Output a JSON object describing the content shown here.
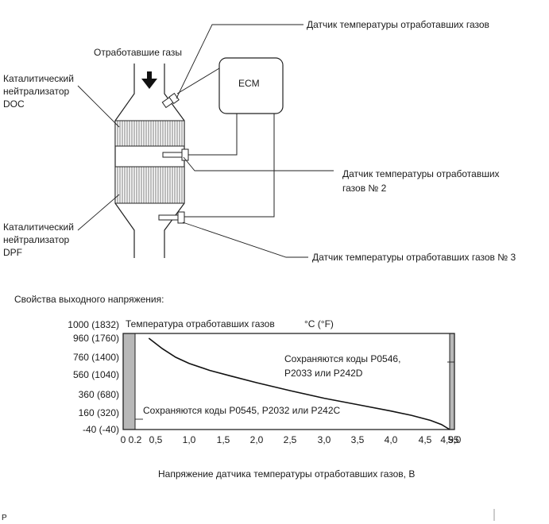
{
  "diagram": {
    "exhaust_label": "Отработавшие газы",
    "ecm_label": "ECM",
    "doc_label": [
      "Каталитический",
      "нейтрализатор",
      "DOC"
    ],
    "dpf_label": [
      "Каталитический",
      "нейтрализатор",
      "DPF"
    ],
    "sensor1_label": "Датчик температуры отработавших газов",
    "sensor2_label": [
      "Датчик температуры отработавших",
      "газов № 2"
    ],
    "sensor3_label": "Датчик температуры отработавших газов № 3"
  },
  "graph": {
    "section_title": "Свойства выходного напряжения:",
    "ylabel": "Температура отработавших газов",
    "yunit": "°C (°F)",
    "xlabel": "Напряжение датчика температуры отработавших газов, В",
    "note_low": "Сохраняются коды P0545, P2032 или P242C",
    "note_high": [
      "Сохраняются коды P0546,",
      "P2033 или P242D"
    ]
  },
  "footer_mark": "P",
  "chart_data": {
    "type": "line",
    "title": "",
    "xlabel": "Напряжение датчика температуры отработавших газов, В",
    "ylabel": "Температура отработавших газов °C (°F)",
    "x_ticks": [
      "0",
      "0.2",
      "0,5",
      "1,0",
      "1,5",
      "2,0",
      "2,5",
      "3,0",
      "3,5",
      "4,0",
      "4,5",
      "4,95",
      "5,0"
    ],
    "x_tick_values": [
      0,
      0.2,
      0.5,
      1.0,
      1.5,
      2.0,
      2.5,
      3.0,
      3.5,
      4.0,
      4.5,
      4.95,
      5.0
    ],
    "y_ticks": [
      "-40 (-40)",
      "160 (320)",
      "360 (680)",
      "560 (1040)",
      "760 (1400)",
      "960 (1760)",
      "1000 (1832)"
    ],
    "y_tick_values": [
      -40,
      160,
      360,
      560,
      760,
      960,
      1000
    ],
    "xlim": [
      0,
      5.0
    ],
    "ylim": [
      -40,
      1000
    ],
    "shaded_regions": [
      [
        0,
        0.2
      ],
      [
        4.95,
        5.0
      ]
    ],
    "series": [
      {
        "x": [
          0.4,
          0.6,
          0.8,
          1.0,
          1.3,
          1.6,
          2.0,
          2.5,
          3.0,
          3.5,
          4.0,
          4.3,
          4.6,
          4.8,
          4.95
        ],
        "y": [
          960,
          850,
          760,
          690,
          610,
          550,
          480,
          400,
          320,
          250,
          180,
          130,
          70,
          20,
          -40
        ]
      }
    ]
  }
}
